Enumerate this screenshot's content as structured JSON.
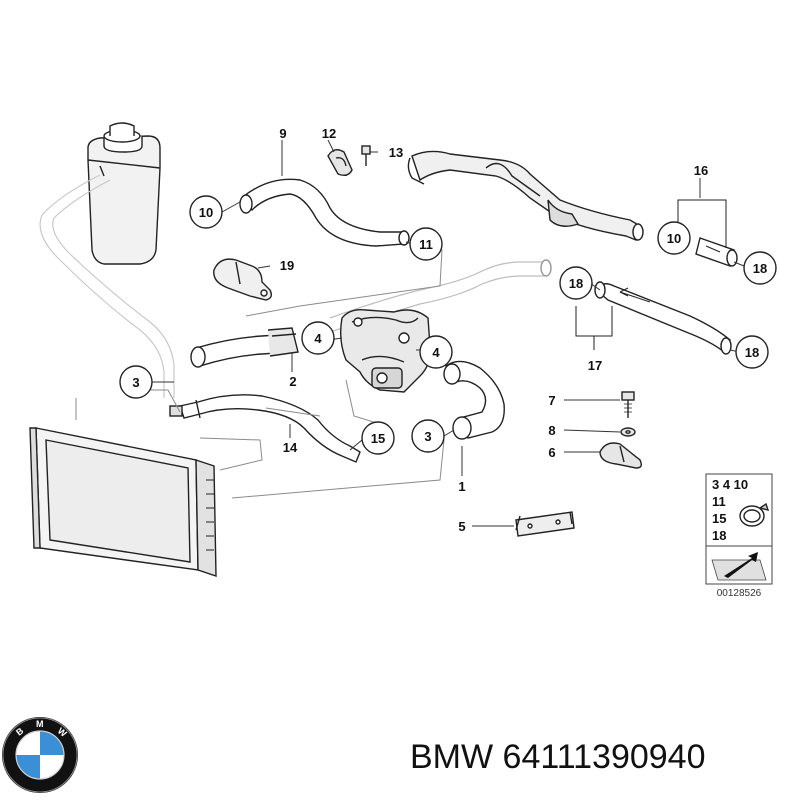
{
  "diagram": {
    "callouts": {
      "c3_left": "3",
      "c10_tank": "10",
      "c11": "11",
      "c4_left": "4",
      "c4_right": "4",
      "c15": "15",
      "c3_bottom": "3",
      "c10_right": "10",
      "c18_right_top": "18",
      "c18_mid": "18",
      "c18_right": "18"
    },
    "labels": {
      "n9": "9",
      "n12": "12",
      "n13": "13",
      "n16": "16",
      "n19": "19",
      "n2": "2",
      "n14": "14",
      "n1": "1",
      "n17": "17",
      "n7": "7",
      "n8": "8",
      "n6": "6",
      "n5": "5"
    },
    "legend": {
      "row1": "3  4 10",
      "row2": "11",
      "row3": "15",
      "row4": "18"
    },
    "ref_code": "00128526"
  },
  "caption": {
    "brand": "BMW",
    "part_number": "64111390940",
    "full": "BMW 64111390940"
  },
  "logo": {
    "letters": "BMW",
    "colors": {
      "blue": "#3a8fd6",
      "ring": "#111111",
      "white": "#ffffff"
    }
  }
}
